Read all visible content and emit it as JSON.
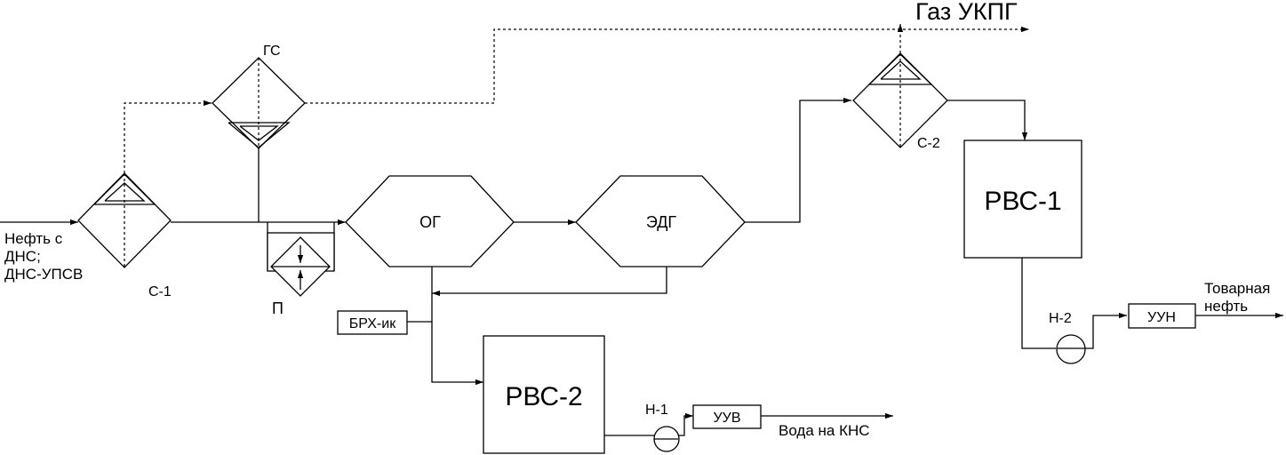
{
  "labels": {
    "gas_out": "Газ УКПГ",
    "oil_in": "Нефть с\nДНС;\nДНС-УПСВ",
    "gs": "ГС",
    "c1": "С-1",
    "p": "П",
    "og": "ОГ",
    "edg": "ЭДГ",
    "c2": "С-2",
    "rvs1": "РВС-1",
    "rvs2": "РВС-2",
    "brx": "БРХ-ик",
    "n1": "Н-1",
    "n2": "Н-2",
    "uuv": "УУВ",
    "uun": "УУН",
    "water_out": "Вода на КНС",
    "product_oil": "Товарная\nнефть"
  }
}
